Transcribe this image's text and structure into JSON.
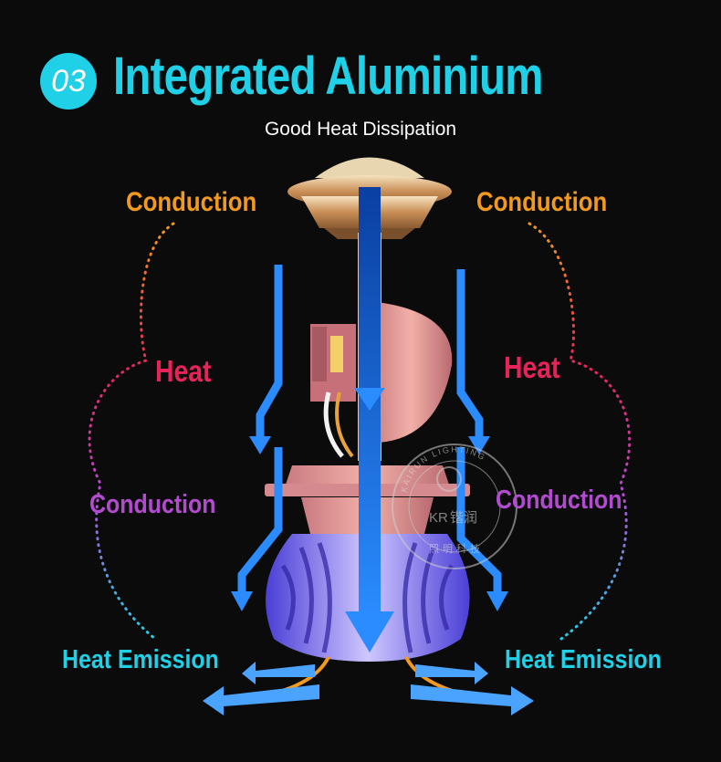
{
  "header": {
    "badge_number": "03",
    "title": "Integrated Aluminium",
    "subtitle": "Good Heat Dissipation"
  },
  "labels": {
    "left_conduction_top": "Conduction",
    "right_conduction_top": "Conduction",
    "left_heat": "Heat",
    "right_heat": "Heat",
    "left_conduction_mid": "Conduction",
    "right_conduction_mid": "Conduction",
    "left_heat_emission": "Heat Emission",
    "right_heat_emission": "Heat Emission"
  },
  "watermark": {
    "brand": "KR",
    "chinese": "锴润",
    "arc_text": "KAIRUN LIGHTING",
    "bottom_text": "照明科技"
  },
  "colors": {
    "accent": "#1fd0e6",
    "conduction_top": "#f29a1d",
    "heat": "#e8235a",
    "conduction_mid": "#b34bd0",
    "arrow_blue": "#1e7bff"
  }
}
